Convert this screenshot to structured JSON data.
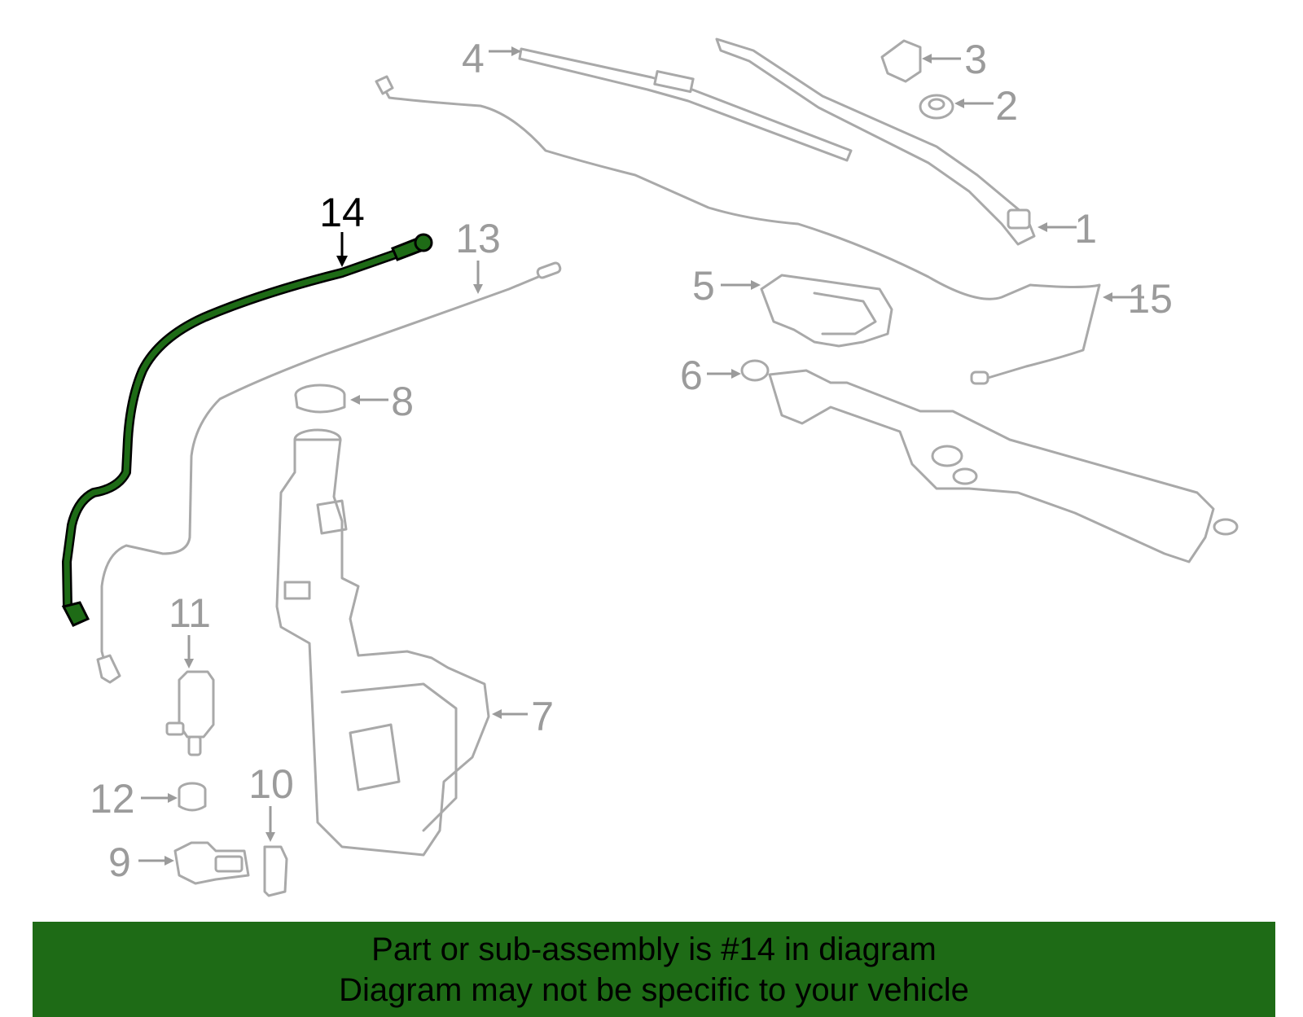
{
  "colors": {
    "highlight": "#1e6b16",
    "banner": "#1e6b16",
    "parts_outline": "#a9a9a9",
    "callout_text": "#9b9b9b"
  },
  "callouts": {
    "c1": "1",
    "c2": "2",
    "c3": "3",
    "c4": "4",
    "c5": "5",
    "c6": "6",
    "c7": "7",
    "c8": "8",
    "c9": "9",
    "c10": "10",
    "c11": "11",
    "c12": "12",
    "c13": "13",
    "c14": "14",
    "c15": "15"
  },
  "highlighted_part": "14",
  "banner": {
    "line1": "Part or sub-assembly is #14 in diagram",
    "line2": "Diagram may not be specific to your vehicle"
  }
}
